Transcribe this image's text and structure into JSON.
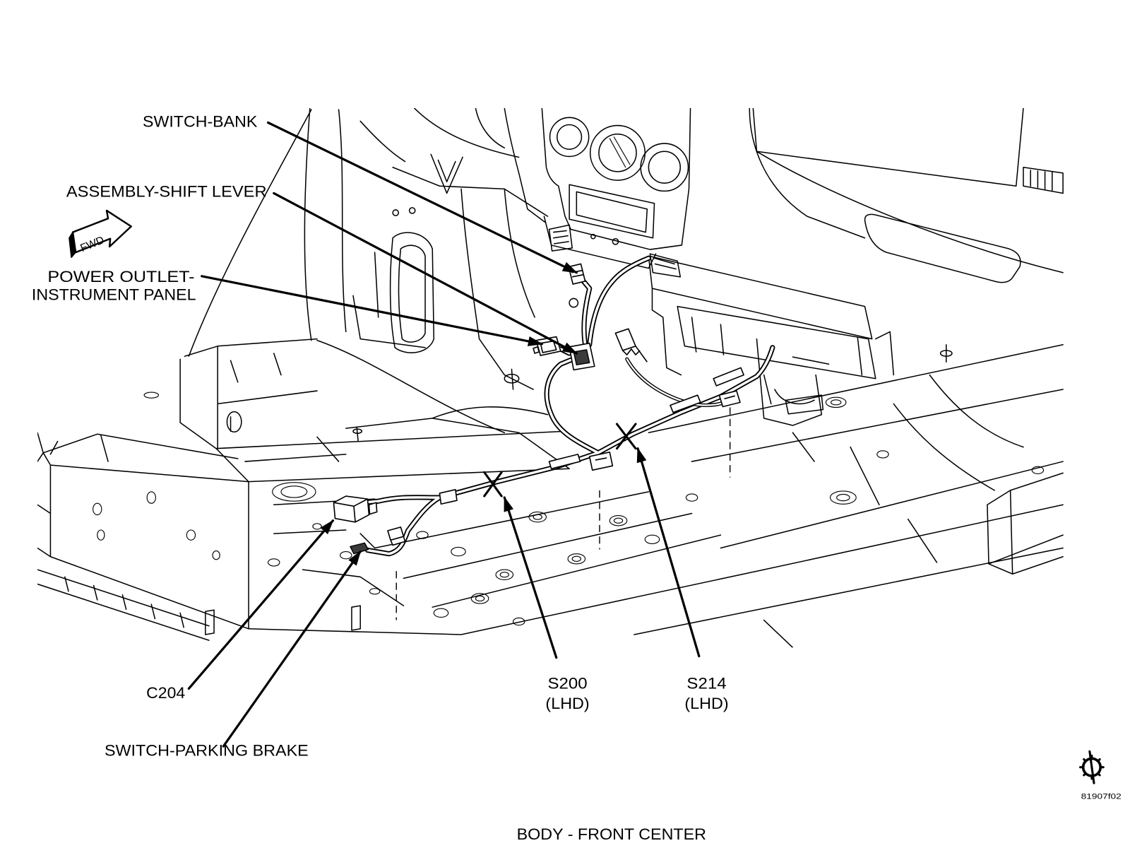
{
  "callouts": {
    "switch_bank": "SWITCH-BANK",
    "shift_lever": "ASSEMBLY-SHIFT LEVER",
    "power_outlet": [
      "POWER OUTLET-",
      "INSTRUMENT PANEL"
    ],
    "c204": "C204",
    "parking_brake": "SWITCH-PARKING BRAKE",
    "s200": {
      "id": "S200",
      "note": "(LHD)"
    },
    "s214": {
      "id": "S214",
      "note": "(LHD)"
    }
  },
  "direction_indicator": "FWD",
  "caption": "BODY - FRONT CENTER",
  "figure_id": "81907f02",
  "icons": {
    "direction": "fwd-arrow-icon",
    "corner_symbol": "gear-slash-icon"
  },
  "colors": {
    "line": "#000000",
    "background": "#ffffff"
  }
}
